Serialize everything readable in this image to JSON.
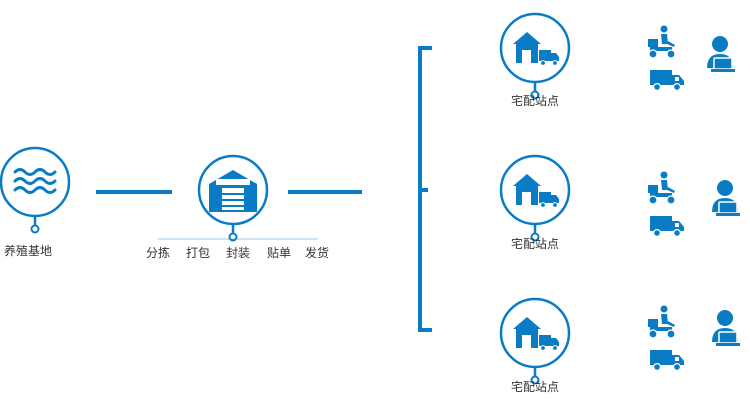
{
  "colors": {
    "accent": "#0a7cc4",
    "text": "#333333"
  },
  "origin": {
    "label": "养殖基地",
    "icon": "water-waves-icon"
  },
  "warehouse": {
    "icon": "warehouse-icon",
    "steps": [
      "分拣",
      "打包",
      "封装",
      "贴单",
      "发货"
    ]
  },
  "stations": [
    {
      "label": "宅配站点",
      "icon": "delivery-station-icon"
    },
    {
      "label": "宅配站点",
      "icon": "delivery-station-icon"
    },
    {
      "label": "宅配站点",
      "icon": "delivery-station-icon"
    }
  ],
  "delivery_icons": [
    "courier-scooter-icon",
    "delivery-truck-icon",
    "customer-laptop-icon"
  ]
}
